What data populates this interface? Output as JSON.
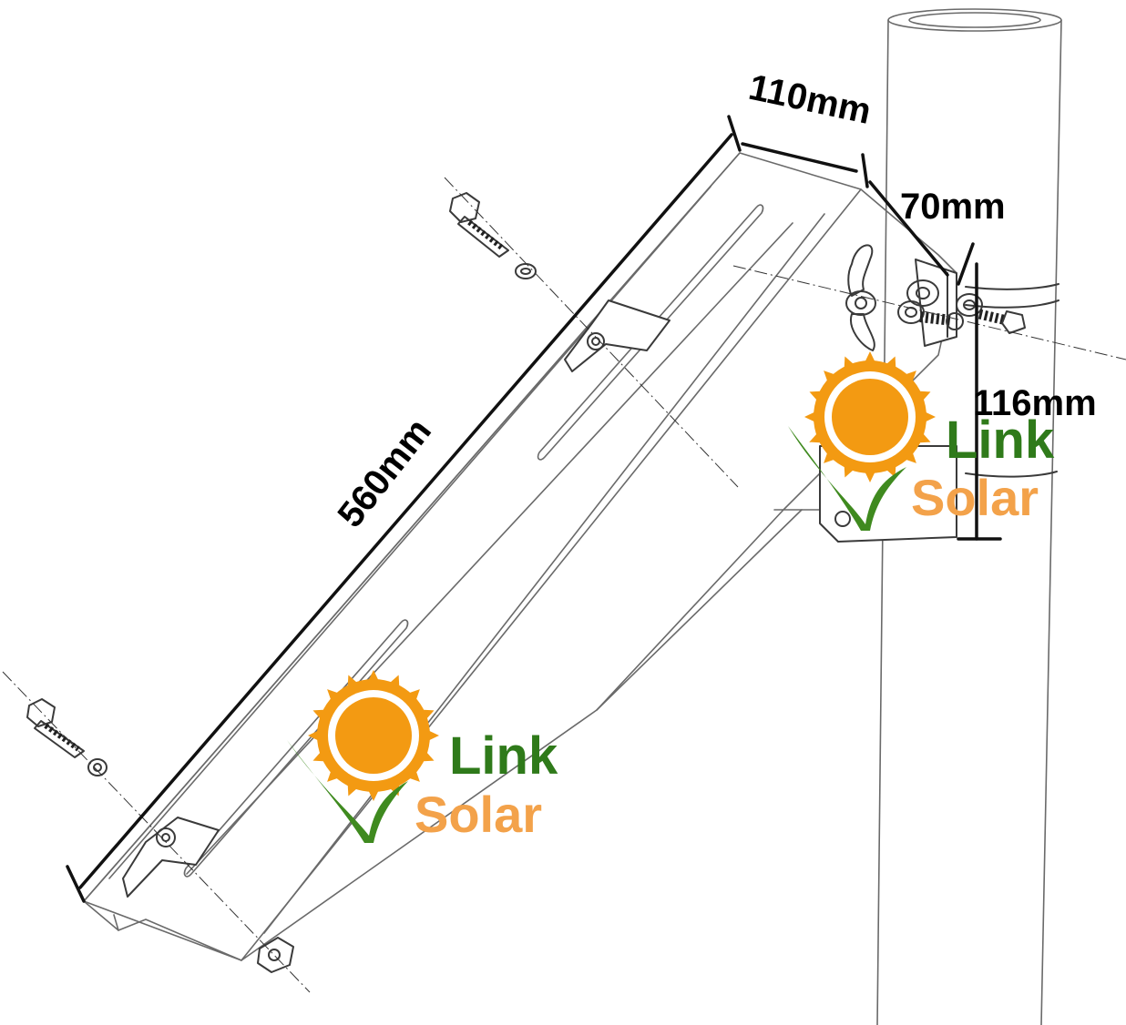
{
  "dimensions": {
    "length": "560mm",
    "width_top": "110mm",
    "depth": "70mm",
    "height": "116mm"
  },
  "logo": {
    "word1": "Link",
    "word2": "Solar"
  },
  "colors": {
    "logo_green": "#2f7a1a",
    "logo_orange": "#f3a24a",
    "sun_orange": "#f39a12",
    "leaf_green": "#3f8a1f",
    "line_gray": "#6a6a6a",
    "dimension_black": "#111111"
  }
}
